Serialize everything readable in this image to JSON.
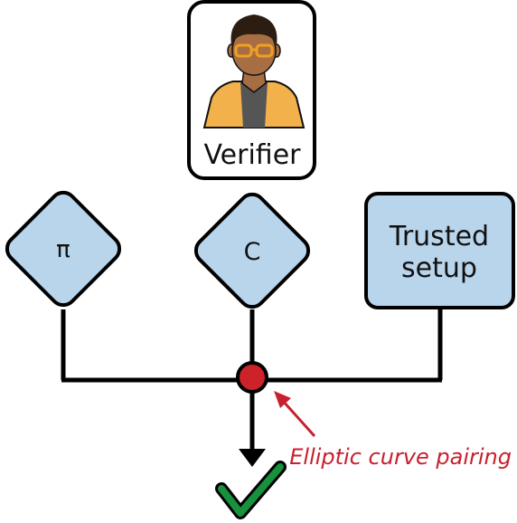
{
  "verifier": {
    "label": "Verifier",
    "icon": "person-icon"
  },
  "nodes": {
    "proof_label": "π",
    "commitment_label": "C",
    "setup_line1": "Trusted",
    "setup_line2": "setup"
  },
  "pairing": {
    "label": "Elliptic curve pairing"
  },
  "result": {
    "icon": "checkmark-icon"
  },
  "colors": {
    "node_fill": "#b9d5ec",
    "stroke": "#000000",
    "pairing_dot": "#cc2229",
    "annotation": "#c8202e",
    "check": "#18913c",
    "skin": "#a86e43",
    "jacket": "#f2b14b",
    "shirt": "#555555",
    "hair": "#2b1d12",
    "glasses": "#f0a020"
  }
}
